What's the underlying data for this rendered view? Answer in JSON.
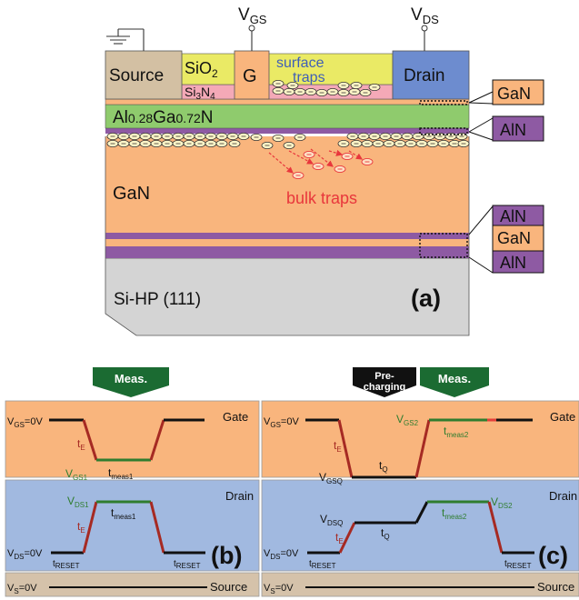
{
  "structure": {
    "vgs": "V",
    "vgs_sub": "GS",
    "vds": "V",
    "vds_sub": "DS",
    "source": "Source",
    "sio2": "SiO",
    "sio2_sub": "2",
    "gate": "G",
    "surface_traps_1": "surface",
    "surface_traps_2": "traps",
    "si3n4_a": "Si",
    "si3n4_b": "3",
    "si3n4_c": "N",
    "si3n4_d": "4",
    "drain": "Drain",
    "algan_a": "Al",
    "algan_b": "0.28",
    "algan_c": "Ga",
    "algan_d": "0.72",
    "algan_e": "N",
    "gan": "GaN",
    "bulk_traps": "bulk traps",
    "substrate": "Si-HP (111)",
    "panel_label": "(a)",
    "side_labels": [
      "GaN",
      "AlN",
      "AlN",
      "GaN",
      "AlN"
    ]
  },
  "panel_b": {
    "meas": "Meas.",
    "vgs0": "V",
    "vgs0_sub": "GS",
    "vgs0_tail": "=0V",
    "gate": "Gate",
    "te1": "t",
    "te1_sub": "E",
    "vgs1": "V",
    "vgs1_sub": "GS1",
    "tmeas1": "t",
    "tmeas1_sub": "meas1",
    "drain": "Drain",
    "vds1": "V",
    "vds1_sub": "DS1",
    "tmeas1b": "t",
    "tmeas1b_sub": "meas1",
    "te2": "t",
    "te2_sub": "E",
    "vds0": "V",
    "vds0_sub": "DS",
    "vds0_tail": "=0V",
    "treset1": "t",
    "treset1_sub": "RESET",
    "treset2": "t",
    "treset2_sub": "RESET",
    "label": "(b)",
    "vs0": "V",
    "vs0_sub": "S",
    "vs0_tail": "=0V",
    "source": "Source"
  },
  "panel_c": {
    "precharging_1": "Pre-",
    "precharging_2": "charging",
    "meas": "Meas.",
    "vgs0": "V",
    "vgs0_sub": "GS",
    "vgs0_tail": "=0V",
    "gate": "Gate",
    "vgs2": "V",
    "vgs2_sub": "GS2",
    "tmeas2": "t",
    "tmeas2_sub": "meas2",
    "te1": "t",
    "te1_sub": "E",
    "tq1": "t",
    "tq1_sub": "Q",
    "vgsq": "V",
    "vgsq_sub": "GSQ",
    "drain": "Drain",
    "vdsq": "V",
    "vdsq_sub": "DSQ",
    "vds2": "V",
    "vds2_sub": "DS2",
    "tmeas2b": "t",
    "tmeas2b_sub": "meas2",
    "te2": "t",
    "te2_sub": "E",
    "tq2": "t",
    "tq2_sub": "Q",
    "vds0": "V",
    "vds0_sub": "DS",
    "vds0_tail": "=0V",
    "treset1": "t",
    "treset1_sub": "RESET",
    "treset2": "t",
    "treset2_sub": "RESET",
    "label": "(c)",
    "vs0": "V",
    "vs0_sub": "S",
    "vs0_tail": "=0V",
    "source": "Source"
  },
  "colors": {
    "gan": "#f9b57d",
    "algan": "#8fcb6d",
    "aln": "#8e5aa3",
    "source": "#d3c0a3",
    "sio2": "#eaea65",
    "si3n4": "#f4a9b7",
    "drain": "#6d8ccf",
    "substrate": "#d4d4d4",
    "panel_gate": "#f9b57d",
    "panel_drain": "#a1b9e0",
    "panel_source": "#d5c2aa",
    "arrow_green": "#1b6b32",
    "trace_green": "#2f7d2f",
    "trace_red": "#a62a23",
    "bulk_red": "#e8373c"
  }
}
